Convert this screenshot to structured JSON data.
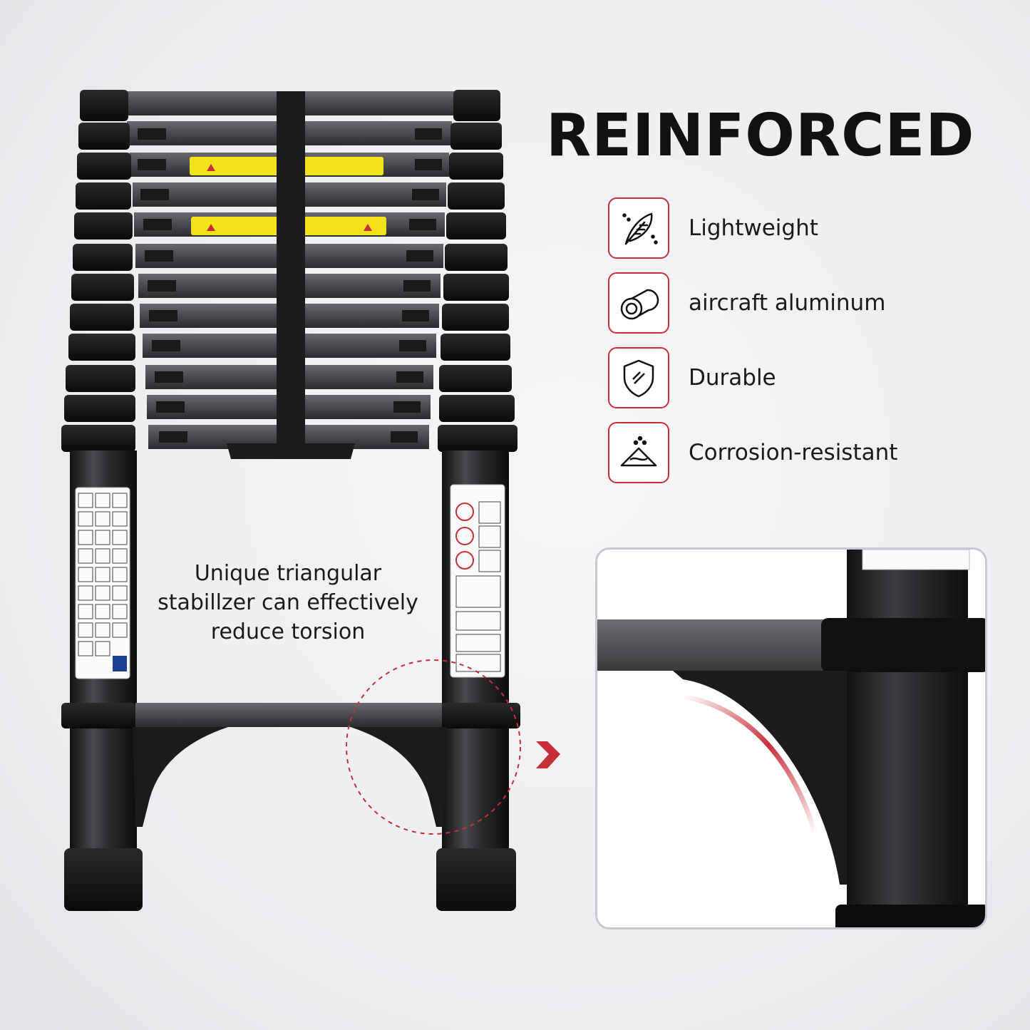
{
  "headline": "REINFORCED",
  "features": [
    {
      "icon": "feather-icon",
      "label": "Lightweight"
    },
    {
      "icon": "aluminum-tube-icon",
      "label": "aircraft aluminum"
    },
    {
      "icon": "shield-icon",
      "label": "Durable"
    },
    {
      "icon": "corrosion-icon",
      "label": "Corrosion-resistant"
    }
  ],
  "caption_lines": [
    "Unique triangular",
    "stabillzer can effectively",
    "reduce torsion"
  ],
  "colors": {
    "accent": "#c62f37",
    "ladder": "#2b2b2e",
    "warning_label": "#f2e21a"
  }
}
